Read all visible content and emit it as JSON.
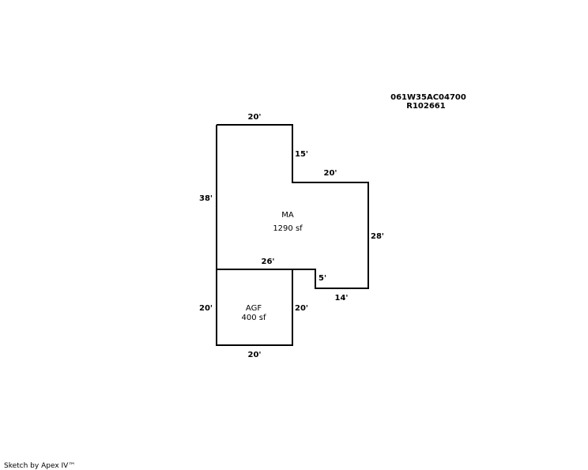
{
  "parcel": {
    "id": "061W35AC04700",
    "account": "R102661"
  },
  "areas": {
    "main": {
      "name": "MA",
      "size": "1290 sf"
    },
    "garage": {
      "name": "AGF",
      "size": "400 sf"
    }
  },
  "dimensions": {
    "ma_top": "20'",
    "ma_step_vertical": "15'",
    "ma_step_horizontal": "20'",
    "ma_left": "38'",
    "ma_right": "28'",
    "ma_bottom_inner": "26'",
    "ma_notch_vertical": "5'",
    "ma_notch_bottom": "14'",
    "agf_left": "20'",
    "agf_right": "20'",
    "agf_bottom": "20'"
  },
  "footer": "Sketch by Apex IV™",
  "colors": {
    "line": "#000000",
    "background": "#ffffff"
  }
}
